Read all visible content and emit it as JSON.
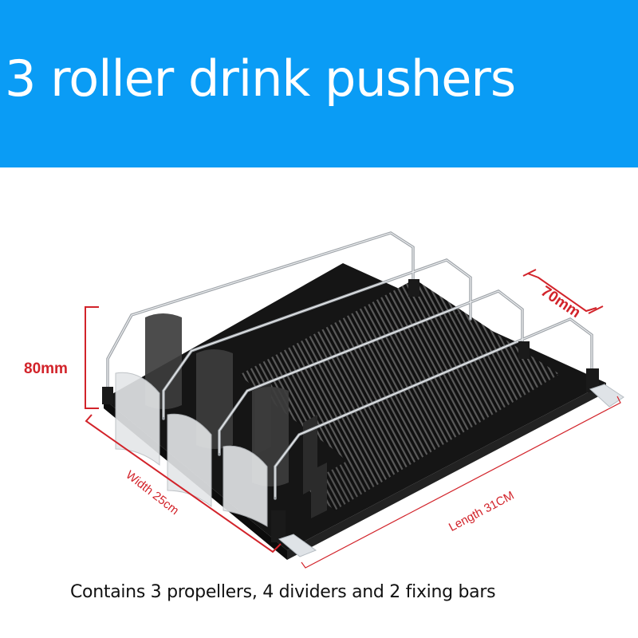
{
  "banner": {
    "title": "3 roller drink pushers",
    "background_color": "#0a9cf5",
    "text_color": "#ffffff"
  },
  "product_image": {
    "description": "Black roller drink pusher shelf with 3 lanes, clear pusher paddles, dark front stoppers, chrome wire dividers and clear fixing bars",
    "lanes": 3
  },
  "dimensions": {
    "height_label": "80mm",
    "depth_label": "70mm",
    "width_label": "Width 25cm",
    "length_label": "Length 31CM",
    "line_color": "#d2232a"
  },
  "caption": {
    "text": "Contains 3 propellers, 4 dividers and 2 fixing bars"
  }
}
